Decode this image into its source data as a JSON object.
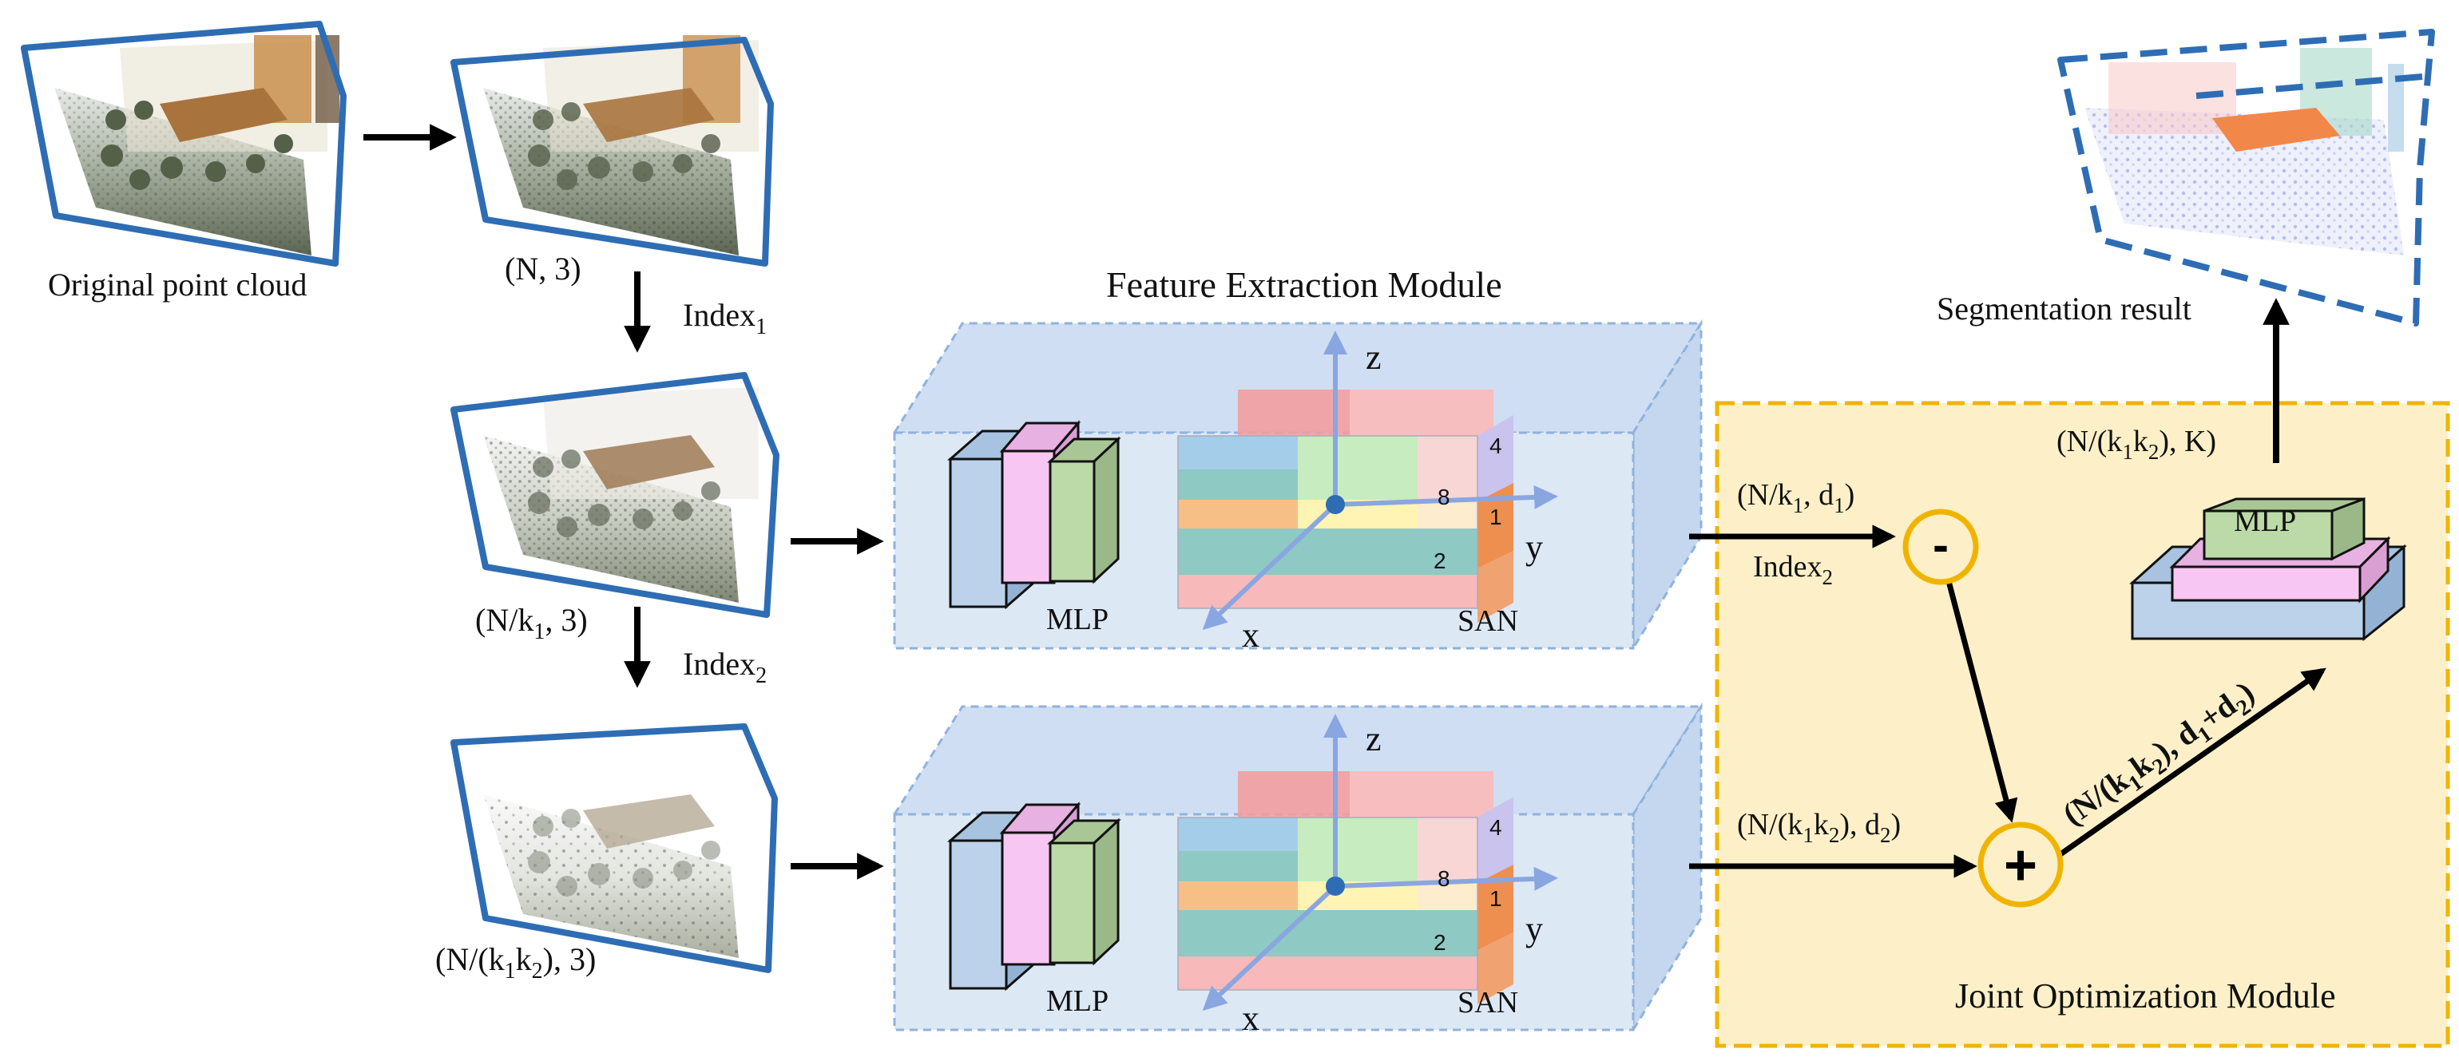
{
  "labels": {
    "original": "Original point cloud",
    "shape_n3": "(N, 3)",
    "index1": "Index",
    "index1_sub": "1",
    "shape_nk1_pre": "(N/k",
    "shape_nk1_sub": "1",
    "shape_nk1_post": ", 3)",
    "index2a": "Index",
    "index2a_sub": "2",
    "shape_nk1k2_pre": "(N/(k",
    "shape_nk1k2_sub1": "1",
    "shape_nk1k2_mid": "k",
    "shape_nk1k2_sub2": "2",
    "shape_nk1k2_post": "), 3)",
    "fem_title": "Feature Extraction Module",
    "mlp": "MLP",
    "san": "SAN",
    "axis_x": "x",
    "axis_y": "y",
    "axis_z": "z",
    "n1": "1",
    "n2": "2",
    "n4": "4",
    "n8": "8",
    "nk1d1_pre": "(N/k",
    "nk1d1_sub1": "1",
    "nk1d1_mid": ", d",
    "nk1d1_sub2": "1",
    "nk1d1_post": ")",
    "index2b": "Index",
    "index2b_sub": "2",
    "nk1k2d2_pre": "(N/(k",
    "nk1k2d2_sub1": "1",
    "nk1k2d2_mid1": "k",
    "nk1k2d2_sub2": "2",
    "nk1k2d2_mid2": "), d",
    "nk1k2d2_sub3": "2",
    "nk1k2d2_post": ")",
    "minus": "-",
    "plus": "+",
    "diag_pre": "(N/(k",
    "diag_sub1": "1",
    "diag_mid1": "k",
    "diag_sub2": "2",
    "diag_mid2": "), d",
    "diag_sub3": "1",
    "diag_mid3": "+d",
    "diag_sub4": "2",
    "diag_post": ")",
    "nk1k2K_pre": "(N/(k",
    "nk1k2K_sub1": "1",
    "nk1k2K_mid": "k",
    "nk1k2K_sub2": "2",
    "nk1k2K_post": "), K)",
    "seg_result": "Segmentation result",
    "jom_title": "Joint Optimization Module"
  },
  "colors": {
    "frame_blue": "#2e6db4",
    "module_fill": "#dde8f5",
    "module_border": "#8fb2de",
    "jom_fill": "#fdf0c8",
    "jom_border": "#f0b400",
    "mlp_blue": "#bcd2ea",
    "mlp_pink": "#f8c6f2",
    "mlp_green": "#bcd9a8",
    "san_teal": "#8ec9c3",
    "san_orange": "#f7bf86",
    "san_pink": "#f7b9b9",
    "san_red": "#f49b9b",
    "san_lavender": "#c9c3ee",
    "san_deeporange": "#ee8f4f",
    "axis_blue": "#8aa6e0"
  }
}
